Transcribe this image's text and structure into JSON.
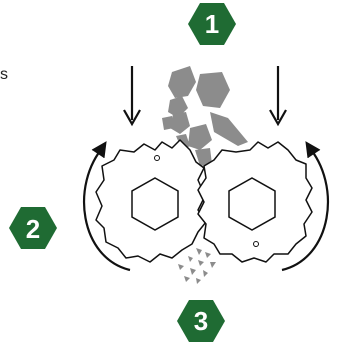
{
  "edge_fragment_text": "s",
  "steps": [
    {
      "label": "1",
      "meaning": ""
    },
    {
      "label": "2",
      "meaning": ""
    },
    {
      "label": "3",
      "meaning": ""
    }
  ],
  "colors": {
    "badge_green": "#1f6b33",
    "badge_text": "#ffffff",
    "material_gray": "#8c8c8c",
    "line": "#111111"
  },
  "icons": [
    "down-arrow-icon",
    "rotation-arrow-icon",
    "shredder-gear-icon",
    "hexagon-shaft-icon"
  ]
}
